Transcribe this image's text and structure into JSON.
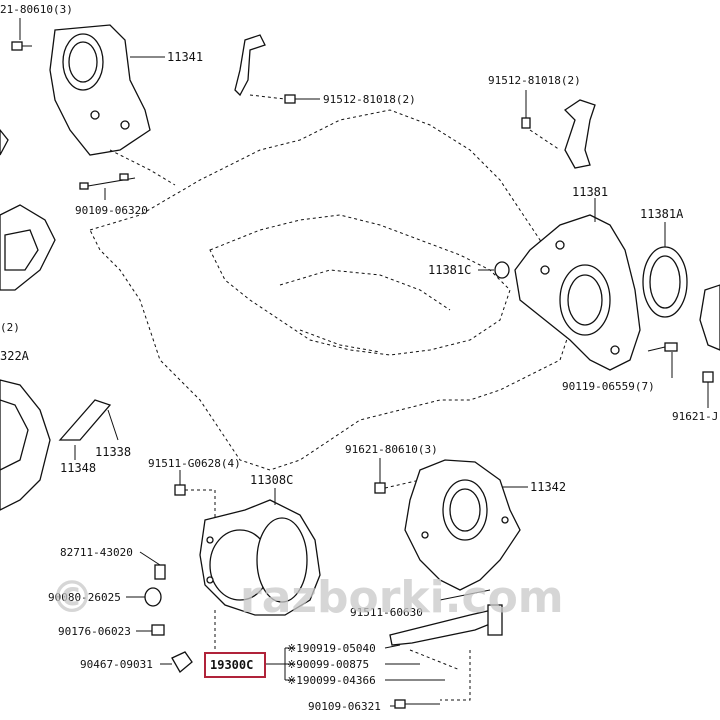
{
  "labels": {
    "p_top_left_bolt": "21-80610(3)",
    "p11341": "11341",
    "p91512_a": "91512-81018(2)",
    "p91512_b": "91512-81018(2)",
    "p90109_06320": "90109-06320",
    "p11381": "11381",
    "p11381A": "11381A",
    "p11381C": "11381C",
    "p90119": "90119-06559(7)",
    "p91621_right": "91621-J",
    "p_left_2": "(2)",
    "p322A": "322A",
    "p11338": "11338",
    "p11348": "11348",
    "p91511": "91511-G0628(4)",
    "p11308C": "11308C",
    "p91621_mid": "91621-80610(3)",
    "p11342": "11342",
    "p82711": "82711-43020",
    "p90080": "90080-26025",
    "p90176": "90176-06023",
    "p90467": "90467-09031",
    "p19300C": "19300C",
    "p190919": "※190919-05040",
    "p90099": "※90099-00875",
    "p190099": "※190099-04366",
    "p90109_06321": "90109-06321",
    "p91511_06630": "91511-60630"
  },
  "watermark": "razborki.com",
  "watermark_symbol": "©",
  "colors": {
    "highlight": "#b0233a",
    "ink": "#111111",
    "watermark": "#c9c9c9"
  }
}
